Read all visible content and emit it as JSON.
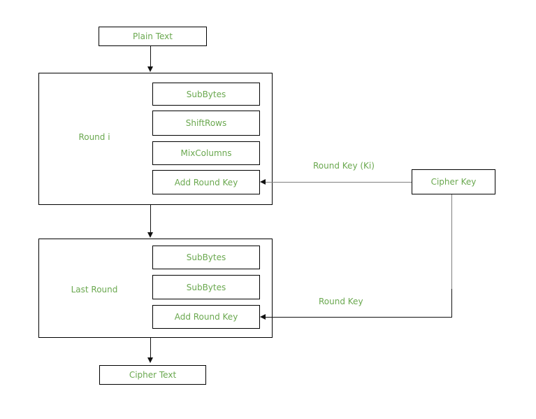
{
  "colors": {
    "text_green": "#6aa84f",
    "border_black": "#000000",
    "line_gray": "#808080",
    "line_black": "#111111",
    "background": "#ffffff"
  },
  "diagram": {
    "plain_text": "Plain Text",
    "round1": {
      "label": "Round i",
      "steps": [
        "SubBytes",
        "ShiftRows",
        "MixColumns",
        "Add Round Key"
      ]
    },
    "last_round": {
      "label": "Last Round",
      "steps": [
        "SubBytes",
        "SubBytes",
        "Add Round Key"
      ]
    },
    "cipher_key": "Cipher Key",
    "cipher_text": "Cipher Text",
    "edge_labels": {
      "round_key_ki": "Round Key (Ki)",
      "round_key": "Round Key"
    }
  }
}
